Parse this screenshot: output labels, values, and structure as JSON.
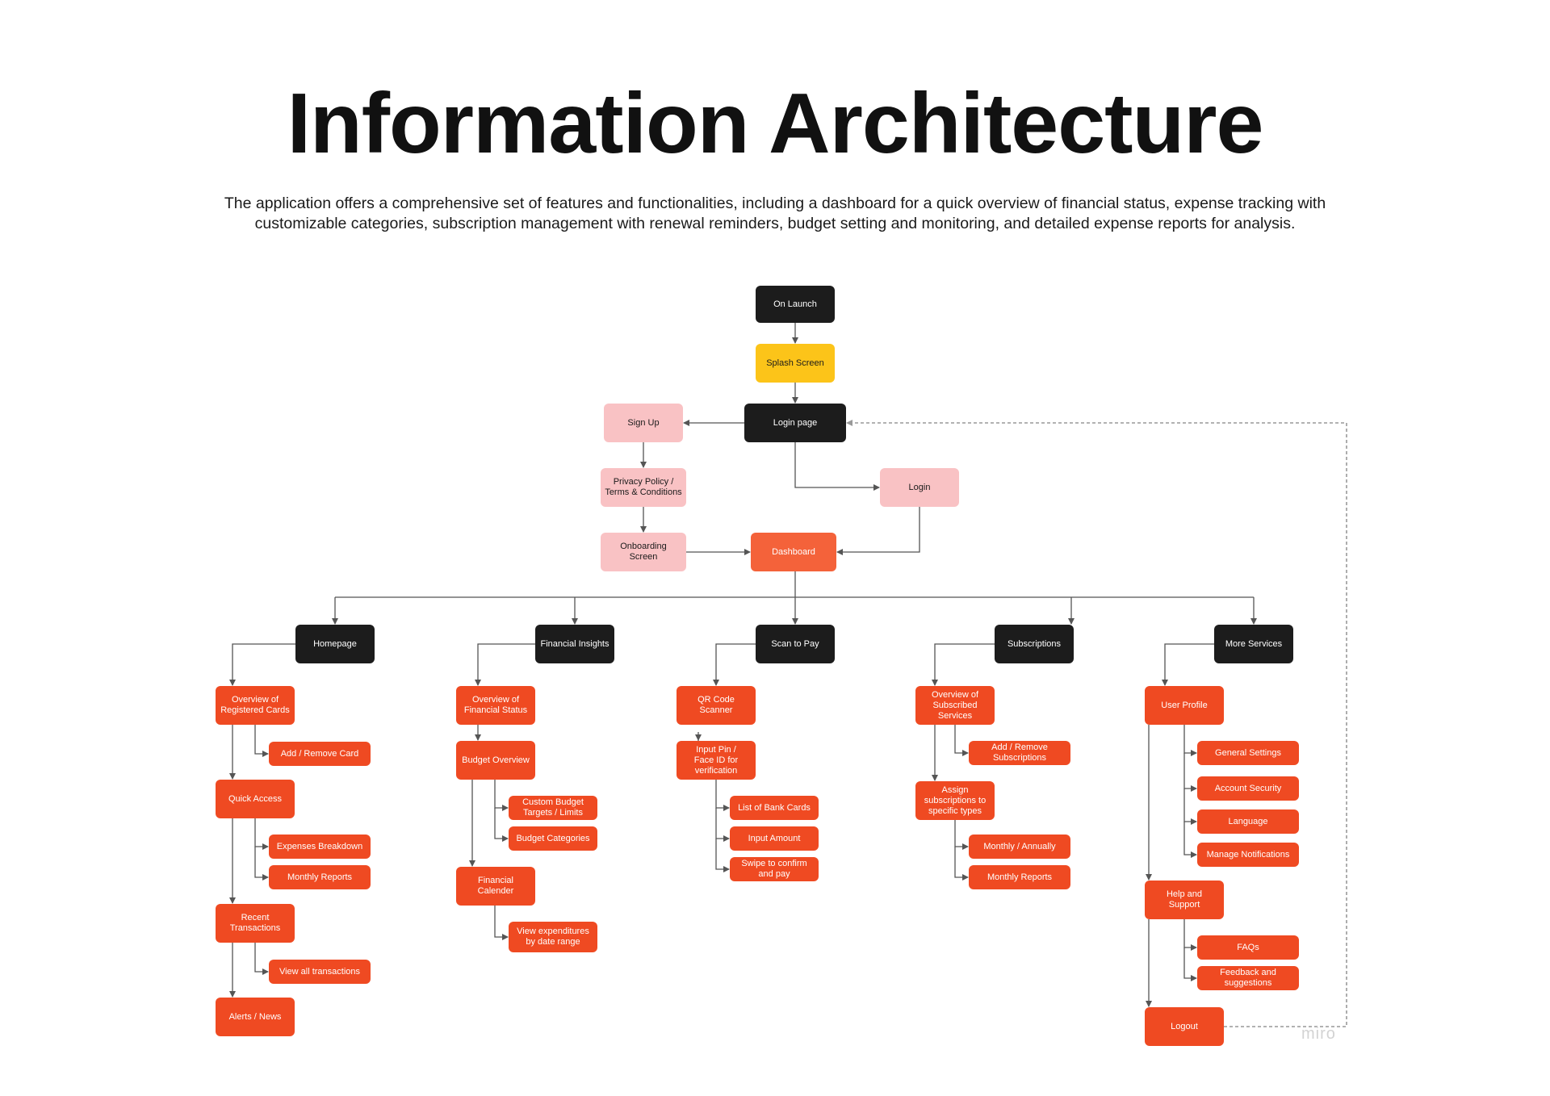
{
  "header": {
    "title": "Information Architecture",
    "description": "The application offers a comprehensive set of features and functionalities, including a dashboard for a quick overview of financial status, expense tracking with customizable categories, subscription management with renewal reminders, budget setting and monitoring, and detailed expense reports for analysis."
  },
  "watermark": "miro",
  "colors": {
    "black_node": "#1c1c1c",
    "yellow_node": "#fcc419",
    "pink_node": "#f9c2c4",
    "orange_node": "#ef4a22",
    "connector": "#555555",
    "dashed_connector": "#999999"
  },
  "flow": {
    "on_launch": "On Launch",
    "splash_screen": "Splash Screen",
    "login_page": "Login page",
    "sign_up": "Sign Up",
    "privacy_policy": "Privacy Policy /\nTerms & Conditions",
    "onboarding": "Onboarding\nScreen",
    "login": "Login",
    "dashboard": "Dashboard"
  },
  "sections": {
    "homepage": {
      "title": "Homepage",
      "overview": "Overview of\nRegistered Cards",
      "add_remove_card": "Add / Remove Card",
      "quick_access": "Quick Access",
      "expenses_breakdown": "Expenses Breakdown",
      "monthly_reports": "Monthly Reports",
      "recent_transactions": "Recent\nTransactions",
      "view_all_transactions": "View all transactions",
      "alerts_news": "Alerts / News"
    },
    "financial_insights": {
      "title": "Financial Insights",
      "overview": "Overview of\nFinancial Status",
      "budget_overview": "Budget Overview",
      "custom_budget": "Custom Budget\nTargets / Limits",
      "budget_categories": "Budget Categories",
      "financial_calendar": "Financial\nCalender",
      "view_expenditures": "View expenditures\nby date range"
    },
    "scan_to_pay": {
      "title": "Scan to Pay",
      "qr_scanner": "QR Code\nScanner",
      "input_pin": "Input Pin /\nFace ID for\nverification",
      "list_bank_cards": "List of Bank Cards",
      "input_amount": "Input Amount",
      "swipe_confirm": "Swipe to confirm\nand pay"
    },
    "subscriptions": {
      "title": "Subscriptions",
      "overview": "Overview of\nSubscribed\nServices",
      "add_remove": "Add / Remove\nSubscriptions",
      "assign": "Assign\nsubscriptions to\nspecific types",
      "monthly_annually": "Monthly / Annually",
      "monthly_reports": "Monthly Reports"
    },
    "more_services": {
      "title": "More Services",
      "user_profile": "User Profile",
      "general_settings": "General Settings",
      "account_security": "Account Security",
      "language": "Language",
      "manage_notifications": "Manage Notifications",
      "help_support": "Help and\nSupport",
      "faqs": "FAQs",
      "feedback": "Feedback and\nsuggestions",
      "logout": "Logout"
    }
  }
}
